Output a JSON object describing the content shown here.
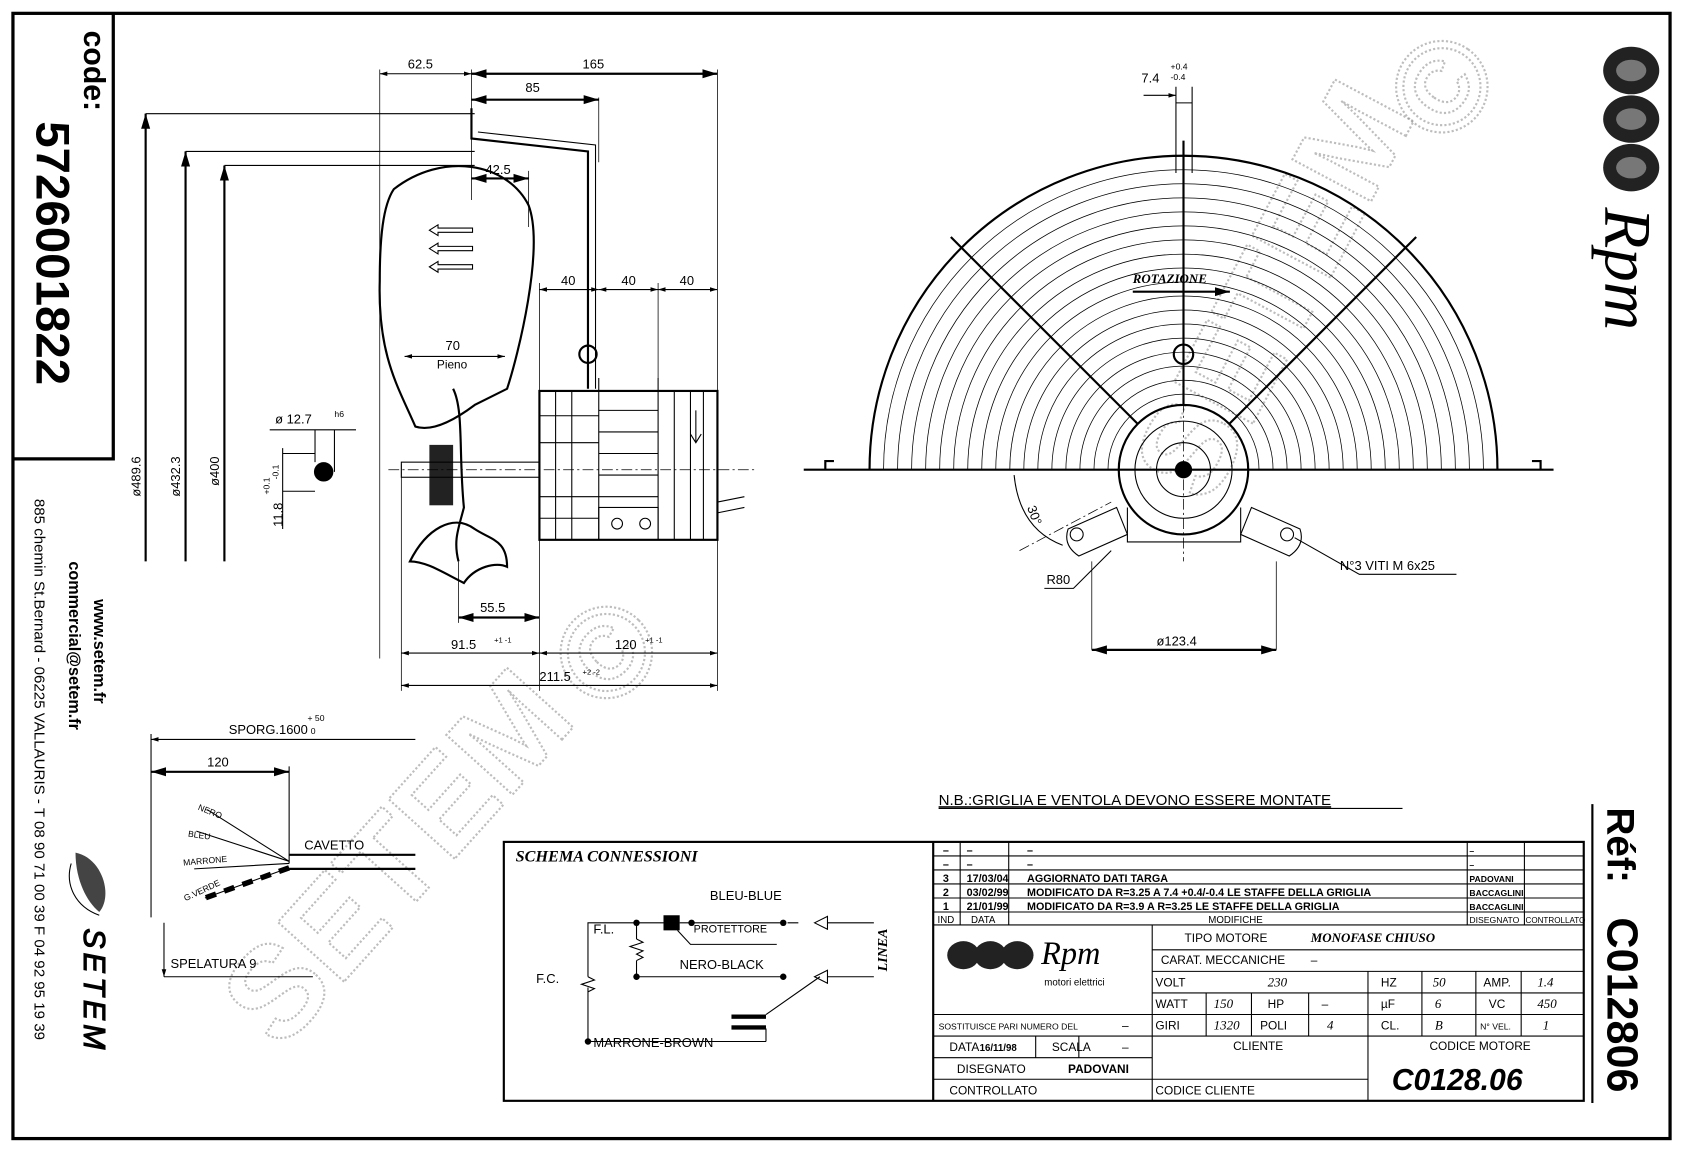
{
  "left_panel": {
    "code_label": "code:",
    "code_value": "5726001822",
    "website": "www.setem.fr",
    "email": "commercial@setem.fr",
    "address": "885 chemin St.Bernard  -  06225 VALLAURIS  -  T 08 90 71 00 39   F 04 92 95 19 39",
    "logo_text": "SETEM"
  },
  "right_panel": {
    "logo_text": "Rpm",
    "ref_label": "Réf:",
    "ref_value": "C012806"
  },
  "watermark": {
    "text": "SETEM",
    "symbol": "©"
  },
  "side_view": {
    "dim_62_5": "62.5",
    "dim_165": "165",
    "dim_85": "85",
    "dim_42_5": "42.5",
    "dim_40a": "40",
    "dim_40b": "40",
    "dim_40c": "40",
    "dim_70": "70",
    "pieno": "Pieno",
    "dia_489": "ø489.6",
    "dia_432": "ø432.3",
    "dia_400": "ø400",
    "shaft_dia": "ø 12.7",
    "shaft_tol": "h6",
    "dim_11_8": "11.8",
    "dim_11_8_tol_plus": "+0.1",
    "dim_11_8_tol_minus": "-0.1",
    "dim_55_5": "55.5",
    "dim_91_5": "91.5",
    "dim_91_5_tol": "+1 -1",
    "dim_120": "120",
    "dim_120_tol": "+1 -1",
    "dim_211_5": "211.5",
    "dim_211_5_tol": "+2 -2"
  },
  "cable": {
    "sporg": "SPORG.1600",
    "sporg_tol_plus": "+ 50",
    "sporg_tol_minus": "0",
    "dim_120": "120",
    "wires": [
      "NERO",
      "BLEU",
      "MARRONE",
      "G.VERDE"
    ],
    "cavetto": "CAVETTO",
    "spelatura": "SPELATURA 9"
  },
  "front_view": {
    "bracket_width": "7.4",
    "bracket_tol_plus": "+0.4",
    "bracket_tol_minus": "-0.4",
    "rotation": "ROTAZIONE",
    "angle": "30°",
    "radius": "R80",
    "dia_123": "ø123.4",
    "screws": "N°3 VITI M 6x25"
  },
  "note": "N.B.:GRIGLIA E VENTOLA DEVONO ESSERE MONTATE",
  "schematic": {
    "title": "SCHEMA CONNESSIONI",
    "blue": "BLEU-BLUE",
    "protector": "PROTETTORE",
    "fl": "F.L.",
    "fc": "F.C.",
    "black": "NERO-BLACK",
    "brown": "MARRONE-BROWN",
    "line": "LINEA"
  },
  "revisions": {
    "rows": [
      {
        "ind": "–",
        "date": "–",
        "desc": "–",
        "drawn": "–",
        "checked": ""
      },
      {
        "ind": "–",
        "date": "–",
        "desc": "–",
        "drawn": "–",
        "checked": ""
      },
      {
        "ind": "3",
        "date": "17/03/04",
        "desc": "AGGIORNATO DATI TARGA",
        "drawn": "PADOVANI",
        "checked": ""
      },
      {
        "ind": "2",
        "date": "03/02/99",
        "desc": "MODIFICATO DA R=3.25 A 7.4 +0.4/-0.4 LE STAFFE DELLA GRIGLIA",
        "drawn": "BACCAGLINI",
        "checked": ""
      },
      {
        "ind": "1",
        "date": "21/01/99",
        "desc": "MODIFICATO DA R=3.9 A R=3.25 LE STAFFE DELLA GRIGLIA",
        "drawn": "BACCAGLINI",
        "checked": ""
      }
    ],
    "headers": {
      "ind": "IND",
      "date": "DATA",
      "desc": "MODIFICHE",
      "drawn": "DISEGNATO",
      "checked": "CONTROLLATO"
    }
  },
  "title_block": {
    "brand": "Rpm",
    "brand_sub": "motori elettrici",
    "replaces_label": "SOSTITUISCE PARI NUMERO DEL",
    "replaces_value": "–",
    "date_label": "DATA",
    "date_value": "16/11/98",
    "scale_label": "SCALA",
    "scale_value": "–",
    "drawn_label": "DISEGNATO",
    "drawn_value": "PADOVANI",
    "checked_label": "CONTROLLATO",
    "motor_type_label": "TIPO MOTORE",
    "motor_type_value": "MONOFASE CHIUSO",
    "mech_label": "CARAT. MECCANICHE",
    "mech_value": "–",
    "volt_label": "VOLT",
    "volt_value": "230",
    "hz_label": "HZ",
    "hz_value": "50",
    "amp_label": "AMP.",
    "amp_value": "1.4",
    "watt_label": "WATT",
    "watt_value": "150",
    "hp_label": "HP",
    "hp_value": "–",
    "uf_label": "µF",
    "uf_value": "6",
    "vc_label": "VC",
    "vc_value": "450",
    "rpm_label": "GIRI",
    "rpm_value": "1320",
    "poles_label": "POLI",
    "poles_value": "4",
    "class_label": "CL.",
    "class_value": "B",
    "speeds_label": "N° VEL.",
    "speeds_value": "1",
    "client_label": "CLIENTE",
    "client_code_label": "CODICE CLIENTE",
    "motor_code_label": "CODICE MOTORE",
    "motor_code_value": "C0128.06"
  }
}
